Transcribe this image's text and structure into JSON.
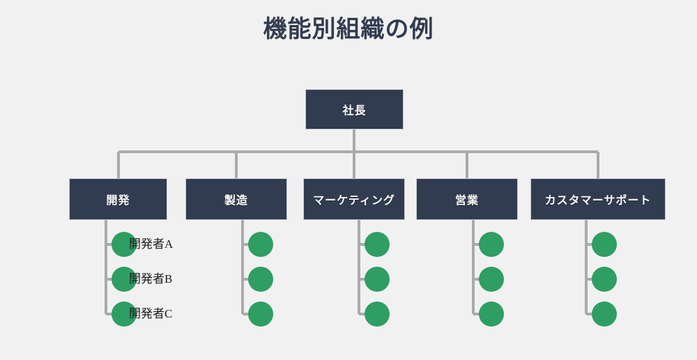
{
  "title": "機能別組織の例",
  "theme": {
    "background": "#f1f1f1",
    "box_fill": "#323c50",
    "box_border": "#c9cdd4",
    "box_text": "#ffffff",
    "title_color": "#323c50",
    "connector_color": "#aaaaaa",
    "circle_fill": "#2e9e63",
    "staff_label_color": "#1c1c1c"
  },
  "chart_data": {
    "type": "diagram",
    "diagram_type": "organization-chart",
    "title": "機能別組織の例",
    "root": {
      "label": "社長"
    },
    "departments": [
      {
        "label": "開発",
        "staff": [
          {
            "label": "開発者A"
          },
          {
            "label": "開発者B"
          },
          {
            "label": "開発者C"
          }
        ]
      },
      {
        "label": "製造",
        "staff": [
          {
            "label": ""
          },
          {
            "label": ""
          },
          {
            "label": ""
          }
        ]
      },
      {
        "label": "マーケティング",
        "staff": [
          {
            "label": ""
          },
          {
            "label": ""
          },
          {
            "label": ""
          }
        ]
      },
      {
        "label": "営業",
        "staff": [
          {
            "label": ""
          },
          {
            "label": ""
          },
          {
            "label": ""
          }
        ]
      },
      {
        "label": "カスタマーサポート",
        "staff": [
          {
            "label": ""
          },
          {
            "label": ""
          },
          {
            "label": ""
          }
        ]
      }
    ]
  }
}
